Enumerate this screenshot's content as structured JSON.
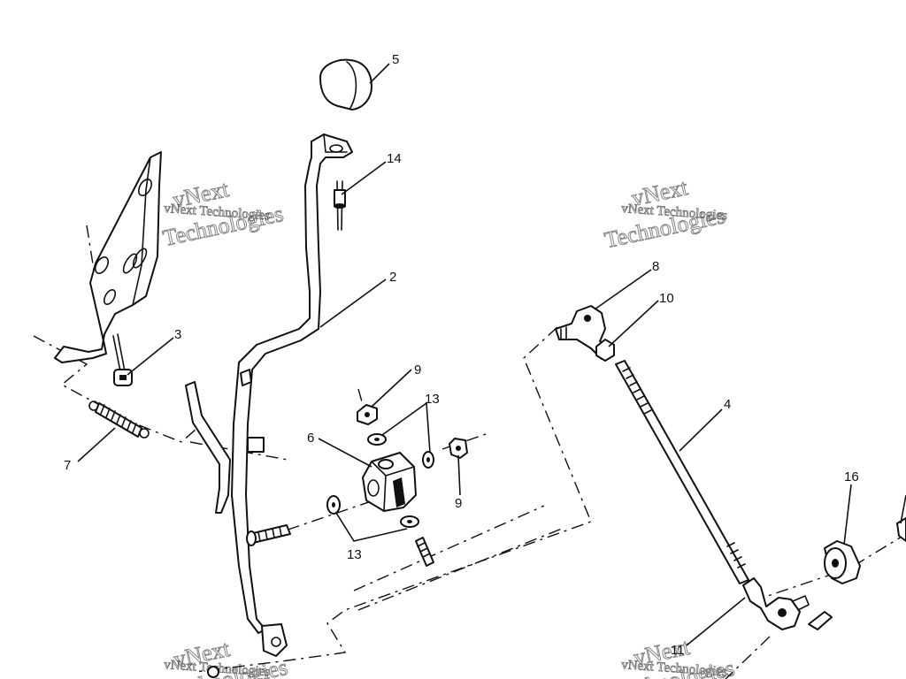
{
  "watermark": {
    "line1": "vNext",
    "line2": "Technologies",
    "combined": "vNext Technologies"
  },
  "callouts": {
    "c2": "2",
    "c3": "3",
    "c4": "4",
    "c5": "5",
    "c6": "6",
    "c7": "7",
    "c8": "8",
    "c9a": "9",
    "c9b": "9",
    "c10": "10",
    "c11": "11",
    "c13a": "13",
    "c13b": "13",
    "c14": "14",
    "c16": "16"
  }
}
